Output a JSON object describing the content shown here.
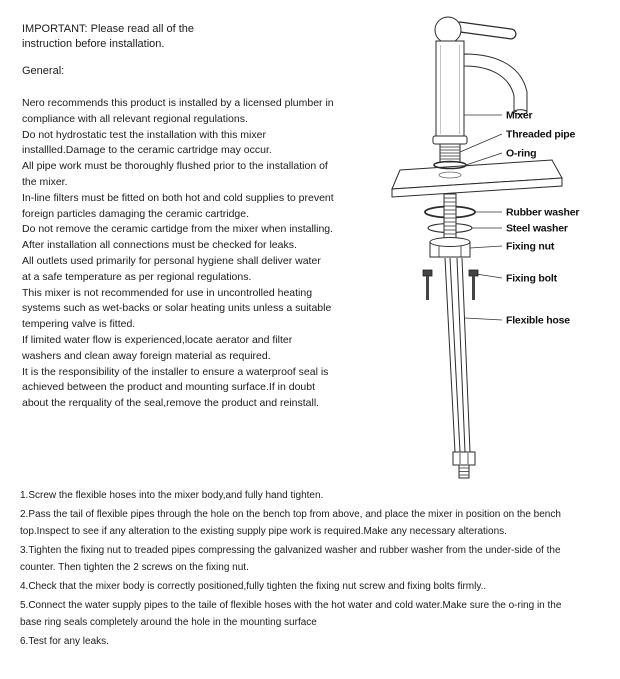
{
  "notice": {
    "text": "IMPORTANT: Please read all of the\ninstruction before installation."
  },
  "general": {
    "heading": "General:",
    "body": "Nero recommends this product is installed by a licensed plumber in\ncompliance with all relevant regional regulations.\nDo not hydrostatic test the installation with this mixer\ninstallled.Damage to the ceramic cartridge may occur.\nAll pipe work must be thoroughly flushed prior to the installation of\nthe mixer.\nIn-line filters must be fitted on both hot and cold supplies to prevent\nforeign particles damaging the ceramic cartridge.\nDo not remove the ceramic cartidge from the mixer when installing.\nAfter installation all connections must be checked for leaks.\nAll outlets used primarily for personal hygiene shall deliver water\nat a safe temperature as per regional regulations.\nThis mixer is not recommended for use in uncontrolled heating\nsystems such as wet-backs or solar heating units unless a suitable\ntempering valve is fitted.\nIf limited water flow is experienced,locate aerator and filter\nwashers and clean away foreign material as required.\nIt is the responsibility of the installer to ensure a waterproof seal is\nachieved between the product and mounting surface.If in doubt\nabout the rerquality of the seal,remove the product and reinstall."
  },
  "diagram": {
    "labels": {
      "mixer": "Mixer",
      "threaded_pipe": "Threaded pipe",
      "o_ring": "O-ring",
      "rubber_washer": "Rubber washer",
      "steel_washer": "Steel washer",
      "fixing_nut": "Fixing nut",
      "fixing_bolt": "Fixing bolt",
      "flexible_hose": "Flexible hose"
    }
  },
  "steps": [
    "1.Screw the flexible hoses into the mixer body,and fully hand tighten.",
    "2.Pass the tail of flexible pipes through the hole on the bench top from above, and place the mixer in position on the bench\ntop.Inspect to see if any alteration to the existing supply pipe work is required.Make any necessary alterations.",
    "3.Tighten the fixing nut to treaded pipes compressing the galvanized washer and rubber washer from the under-side of the\ncounter. Then tighten the 2 screws on the fixing nut.",
    "4.Check that the mixer body is correctly positioned,fully tighten the fixing nut screw and fixing bolts firmly..",
    "5.Connect the water supply pipes to the taile of flexible hoses with the hot water and cold water.Make sure the o-ring in the\nbase ring seals completely around the hole in the mounting surface",
    "6.Test for any leaks."
  ]
}
